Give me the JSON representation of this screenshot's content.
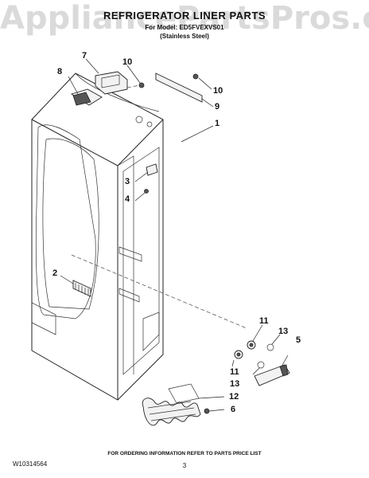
{
  "watermark": "AppliancePartsPros.com",
  "header": {
    "title": "REFRIGERATOR LINER PARTS",
    "subtitle_line1": "For Model: ED5FVEXVS01",
    "subtitle_line2": "(Stainless Steel)"
  },
  "callouts": [
    "1",
    "2",
    "3",
    "4",
    "5",
    "6",
    "7",
    "8",
    "9",
    "10",
    "10",
    "11",
    "11",
    "12",
    "13",
    "13"
  ],
  "footer": {
    "notice": "FOR ORDERING INFORMATION REFER TO PARTS PRICE LIST",
    "doc_number": "W10314564",
    "page_number": "3"
  }
}
